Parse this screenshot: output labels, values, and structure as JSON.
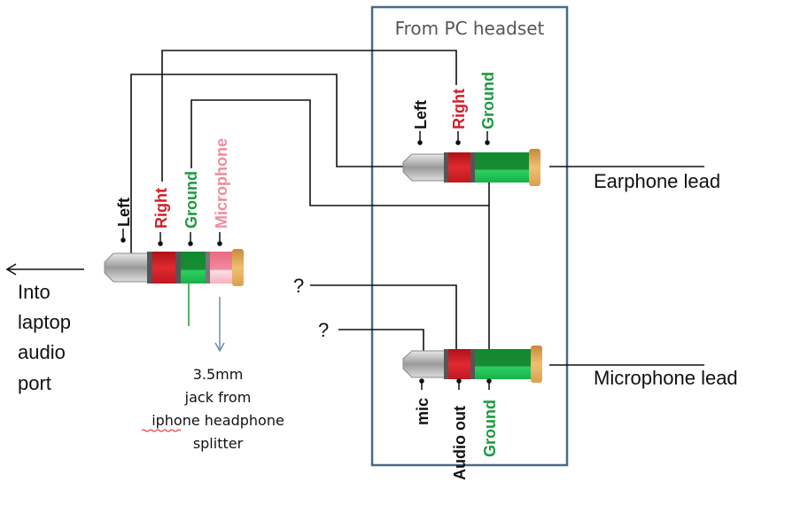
{
  "box_title": "From PC headset",
  "left_plug": {
    "labels": [
      "Left",
      "Right",
      "Ground",
      "Microphone"
    ]
  },
  "top_plug": {
    "labels": [
      "Left",
      "Right",
      "Ground"
    ]
  },
  "bottom_plug": {
    "labels": [
      "mic",
      "Audio out",
      "Ground"
    ]
  },
  "unknowns": [
    "?",
    "?"
  ],
  "earphone_lead": "Earphone lead",
  "microphone_lead": "Microphone lead",
  "into_laptop": [
    "Into",
    "laptop",
    "audio",
    "port"
  ],
  "jack_note": [
    "3.5mm",
    "jack from",
    "iphone headphone",
    "splitter"
  ],
  "colors": {
    "box": "#4a6a8a",
    "red": "#d41f2a",
    "green": "#1a9a3e",
    "pink": "#f08aa0",
    "gold": "#d9a050",
    "arrow": "#6a8ab0"
  }
}
